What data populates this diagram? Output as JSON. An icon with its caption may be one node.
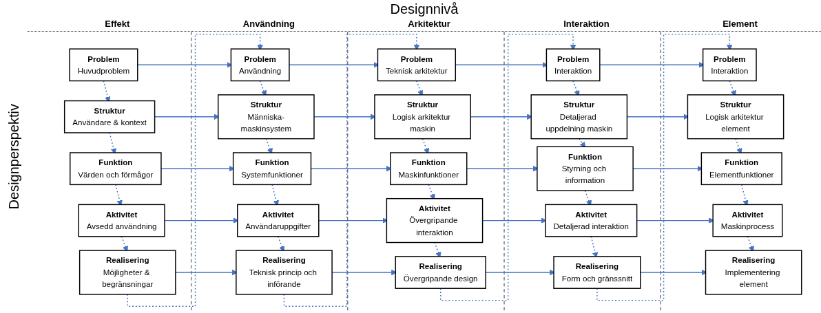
{
  "diagram": {
    "title": "Designnivå",
    "nodes": [
      {
        "text": [
          "Problem",
          "Huvudproblem"
        ]
      },
      {
        "text": [
          "Problem",
          "Användning"
        ]
      },
      {
        "text": [
          "Problem",
          "Teknisk arkitektur"
        ]
      },
      {
        "text": [
          "Problem",
          "Interaktion"
        ]
      },
      {
        "text": [
          "Problem",
          "Interaktion"
        ]
      },
      {
        "text": [
          "Struktur",
          "Användare & kontext"
        ]
      },
      {
        "text": [
          "Struktur",
          "Människa-maskinsystem"
        ]
      },
      {
        "text": [
          "Struktur",
          "Logisk arkitektur maskin"
        ]
      },
      {
        "text": [
          "Struktur",
          "Detaljerad uppdelning maskin"
        ]
      },
      {
        "text": [
          "Struktur",
          "Logisk arkitektur element"
        ]
      },
      {
        "text": [
          "Funktion",
          "Värden och förmågor"
        ]
      },
      {
        "text": [
          "Funktion",
          "Systemfunktioner"
        ]
      },
      {
        "text": [
          "Funktion",
          "Maskinfunktioner"
        ]
      },
      {
        "text": [
          "Funktion",
          "Styrning och information"
        ]
      },
      {
        "text": [
          "Funktion",
          "Elementfunktioner"
        ]
      },
      {
        "text": [
          "Aktivitet",
          "Avsedd användning"
        ]
      },
      {
        "text": [
          "Aktivitet",
          "Användaruppgifter"
        ]
      },
      {
        "text": [
          "Aktivitet",
          "Övergripande interaktion"
        ]
      },
      {
        "text": [
          "Aktivitet",
          "Detaljerad interaktion"
        ]
      },
      {
        "text": [
          "Aktivitet",
          "Maskinprocess"
        ]
      },
      {
        "text": [
          "Realisering",
          "Möjligheter & begränsningar"
        ]
      },
      {
        "text": [
          "Realisering",
          "Teknisk princip och införande"
        ]
      },
      {
        "text": [
          "Realisering",
          "Övergripande design"
        ]
      },
      {
        "text": [
          "Realisering",
          "Form och gränssnitt"
        ]
      },
      {
        "text": [
          "Realisering",
          "Implementering element"
        ]
      }
    ],
    "edges": [
      {
        "from": 0,
        "to": 1,
        "arrow": "to"
      },
      {
        "from": 1,
        "to": 2,
        "arrow": "to"
      },
      {
        "from": 2,
        "to": 3,
        "arrow": "to"
      },
      {
        "from": 3,
        "to": 4,
        "arrow": "to"
      },
      {
        "from": 5,
        "to": 6,
        "arrow": "to"
      },
      {
        "from": 6,
        "to": 7,
        "arrow": "to"
      },
      {
        "from": 7,
        "to": 8,
        "arrow": "to"
      },
      {
        "from": 8,
        "to": 9,
        "arrow": "to"
      },
      {
        "from": 10,
        "to": 11,
        "arrow": "to"
      },
      {
        "from": 11,
        "to": 12,
        "arrow": "to"
      },
      {
        "from": 12,
        "to": 13,
        "arrow": "to"
      },
      {
        "from": 13,
        "to": 14,
        "arrow": "to"
      },
      {
        "from": 15,
        "to": 16,
        "arrow": "to"
      },
      {
        "from": 16,
        "to": 17,
        "arrow": "to"
      },
      {
        "from": 17,
        "to": 18,
        "arrow": "to"
      },
      {
        "from": 18,
        "to": 19,
        "arrow": "to"
      },
      {
        "from": 20,
        "to": 21,
        "arrow": "to"
      },
      {
        "from": 21,
        "to": 22,
        "arrow": "to"
      },
      {
        "from": 22,
        "to": 23,
        "arrow": "to"
      },
      {
        "from": 23,
        "to": 24,
        "arrow": "to"
      },
      {
        "from": 0,
        "to": 5,
        "arrow": "to",
        "style": "dashed"
      },
      {
        "from": 5,
        "to": 10,
        "arrow": "to",
        "style": "dashed"
      },
      {
        "from": 10,
        "to": 15,
        "arrow": "to",
        "style": "dashed"
      },
      {
        "from": 15,
        "to": 20,
        "arrow": "to",
        "style": "dashed"
      },
      {
        "from": 1,
        "to": 6,
        "arrow": "to",
        "style": "dashed"
      },
      {
        "from": 6,
        "to": 11,
        "arrow": "to",
        "style": "dashed"
      },
      {
        "from": 11,
        "to": 16,
        "arrow": "to",
        "style": "dashed"
      },
      {
        "from": 16,
        "to": 21,
        "arrow": "to",
        "style": "dashed"
      },
      {
        "from": 2,
        "to": 7,
        "arrow": "to",
        "style": "dashed"
      },
      {
        "from": 7,
        "to": 12,
        "arrow": "to",
        "style": "dashed"
      },
      {
        "from": 12,
        "to": 17,
        "arrow": "to",
        "style": "dashed"
      },
      {
        "from": 17,
        "to": 22,
        "arrow": "to",
        "style": "dashed"
      },
      {
        "from": 3,
        "to": 8,
        "arrow": "to",
        "style": "dashed"
      },
      {
        "from": 8,
        "to": 13,
        "arrow": "to",
        "style": "dashed"
      },
      {
        "from": 13,
        "to": 18,
        "arrow": "to",
        "style": "dashed"
      },
      {
        "from": 18,
        "to": 23,
        "arrow": "to",
        "style": "dashed"
      },
      {
        "from": 4,
        "to": 9,
        "arrow": "to",
        "style": "dashed"
      },
      {
        "from": 9,
        "to": 14,
        "arrow": "to",
        "style": "dashed"
      },
      {
        "from": 14,
        "to": 19,
        "arrow": "to",
        "style": "dashed"
      },
      {
        "from": 19,
        "to": 24,
        "arrow": "to",
        "style": "dashed"
      },
      {
        "from": 20,
        "to": 1,
        "arrow": "to",
        "style": "dashed"
      },
      {
        "from": 21,
        "to": 2,
        "arrow": "to",
        "style": "dashed"
      },
      {
        "from": 22,
        "to": 3,
        "arrow": "to",
        "style": "dashed"
      },
      {
        "from": 23,
        "to": 4,
        "arrow": "to",
        "style": "dashed"
      }
    ],
    "labels": [
      "Effekt",
      "Användning",
      "Arkitektur",
      "Interaktion",
      "Element",
      "Designperspektiv"
    ]
  }
}
